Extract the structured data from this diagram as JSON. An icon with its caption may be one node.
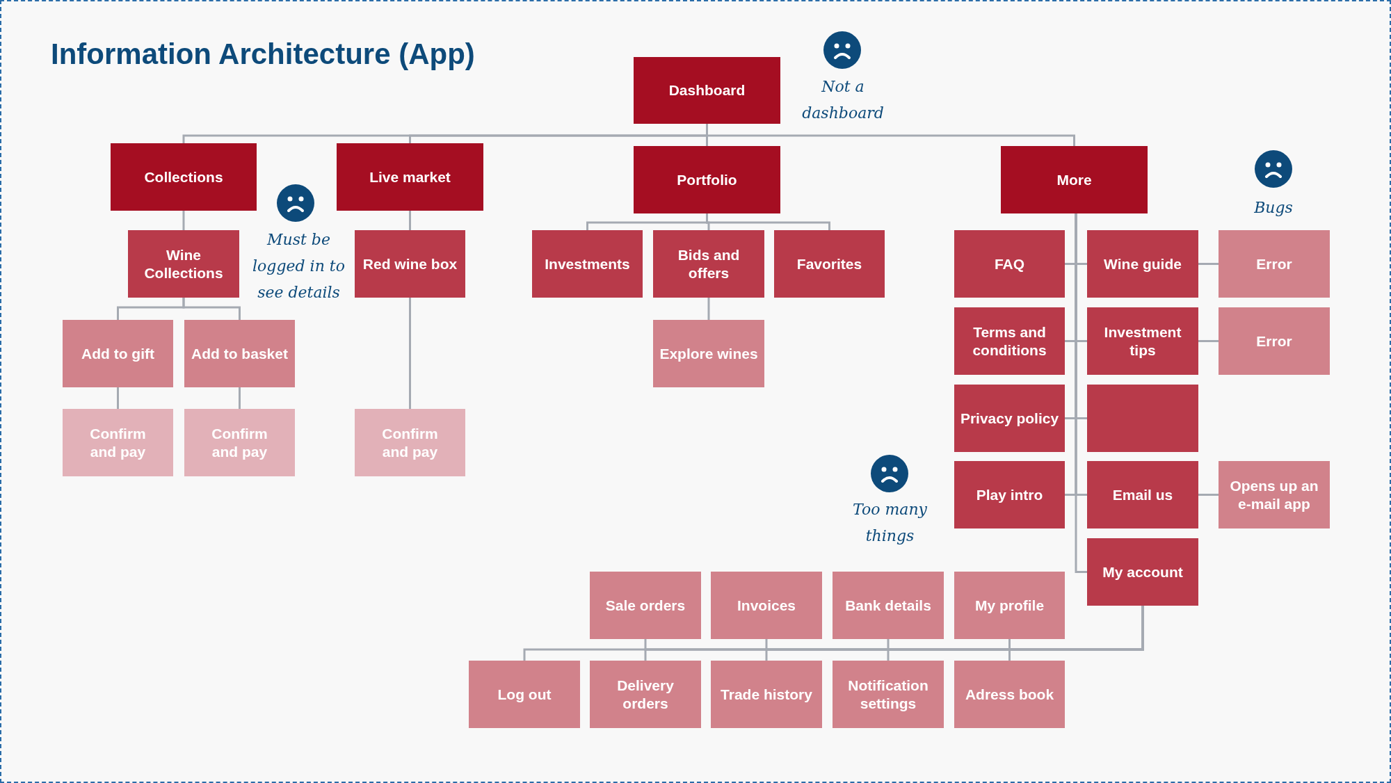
{
  "diagram": {
    "title": "Information Architecture (App)",
    "nodes": [
      {
        "text": [
          "Dashboard"
        ]
      },
      {
        "text": [
          "Collections"
        ]
      },
      {
        "text": [
          "Live market"
        ]
      },
      {
        "text": [
          "Portfolio"
        ]
      },
      {
        "text": [
          "More"
        ]
      },
      {
        "text": [
          "Wine Collections"
        ]
      },
      {
        "text": [
          "Red wine box"
        ]
      },
      {
        "text": [
          "Investments"
        ]
      },
      {
        "text": [
          "Bids and offers"
        ]
      },
      {
        "text": [
          "Favorites"
        ]
      },
      {
        "text": [
          "FAQ"
        ]
      },
      {
        "text": [
          "Wine guide"
        ]
      },
      {
        "text": [
          "Error"
        ]
      },
      {
        "text": [
          "Add to gift"
        ]
      },
      {
        "text": [
          "Add to basket"
        ]
      },
      {
        "text": [
          "Explore wines"
        ]
      },
      {
        "text": [
          "Terms and conditions"
        ]
      },
      {
        "text": [
          "Investment tips"
        ]
      },
      {
        "text": [
          "Error"
        ]
      },
      {
        "text": [
          "Confirm and pay"
        ]
      },
      {
        "text": [
          "Confirm and pay"
        ]
      },
      {
        "text": [
          "Confirm and pay"
        ]
      },
      {
        "text": [
          "Privacy policy"
        ]
      },
      {
        "text": [],
        "shape": "box"
      },
      {
        "text": [
          "Play intro"
        ]
      },
      {
        "text": [
          "Email us"
        ]
      },
      {
        "text": [
          "Opens up an e-mail app"
        ]
      },
      {
        "text": [
          "My account"
        ]
      },
      {
        "text": [
          "Sale orders"
        ]
      },
      {
        "text": [
          "Invoices"
        ]
      },
      {
        "text": [
          "Bank details"
        ]
      },
      {
        "text": [
          "My profile"
        ]
      },
      {
        "text": [
          "Log out"
        ]
      },
      {
        "text": [
          "Delivery orders"
        ]
      },
      {
        "text": [
          "Trade history"
        ]
      },
      {
        "text": [
          "Notification settings"
        ]
      },
      {
        "text": [
          "Adress book"
        ]
      }
    ],
    "edges": [
      {
        "from": 0,
        "to": 1,
        "arrow": "none"
      },
      {
        "from": 0,
        "to": 2,
        "arrow": "none"
      },
      {
        "from": 0,
        "to": 3,
        "arrow": "none"
      },
      {
        "from": 0,
        "to": 4,
        "arrow": "none"
      },
      {
        "from": 1,
        "to": 5,
        "arrow": "none"
      },
      {
        "from": 2,
        "to": 6,
        "arrow": "none"
      },
      {
        "from": 3,
        "to": 7,
        "arrow": "none"
      },
      {
        "from": 3,
        "to": 8,
        "arrow": "none"
      },
      {
        "from": 3,
        "to": 9,
        "arrow": "none"
      },
      {
        "from": 4,
        "to": 10,
        "arrow": "none"
      },
      {
        "from": 4,
        "to": 11,
        "arrow": "none"
      },
      {
        "from": 4,
        "to": 16,
        "arrow": "none"
      },
      {
        "from": 4,
        "to": 17,
        "arrow": "none"
      },
      {
        "from": 4,
        "to": 22,
        "arrow": "none"
      },
      {
        "from": 4,
        "to": 23,
        "arrow": "none"
      },
      {
        "from": 4,
        "to": 24,
        "arrow": "none"
      },
      {
        "from": 4,
        "to": 25,
        "arrow": "none"
      },
      {
        "from": 4,
        "to": 27,
        "arrow": "none"
      },
      {
        "from": 11,
        "to": 12,
        "arrow": "none"
      },
      {
        "from": 17,
        "to": 18,
        "arrow": "none"
      },
      {
        "from": 25,
        "to": 26,
        "arrow": "none"
      },
      {
        "from": 5,
        "to": 13,
        "arrow": "none"
      },
      {
        "from": 5,
        "to": 14,
        "arrow": "none"
      },
      {
        "from": 13,
        "to": 19,
        "arrow": "none"
      },
      {
        "from": 14,
        "to": 20,
        "arrow": "none"
      },
      {
        "from": 6,
        "to": 21,
        "arrow": "none"
      },
      {
        "from": 8,
        "to": 15,
        "arrow": "none"
      },
      {
        "from": 27,
        "to": 28,
        "arrow": "none"
      },
      {
        "from": 27,
        "to": 29,
        "arrow": "none"
      },
      {
        "from": 27,
        "to": 30,
        "arrow": "none"
      },
      {
        "from": 27,
        "to": 31,
        "arrow": "none"
      },
      {
        "from": 27,
        "to": 32,
        "arrow": "none"
      },
      {
        "from": 27,
        "to": 33,
        "arrow": "none"
      },
      {
        "from": 27,
        "to": 34,
        "arrow": "none"
      },
      {
        "from": 27,
        "to": 35,
        "arrow": "none"
      },
      {
        "from": 27,
        "to": 36,
        "arrow": "none"
      }
    ],
    "labels": [
      "Not a dashboard",
      "Must be logged in to see details",
      "Bugs",
      "Too many things"
    ]
  }
}
